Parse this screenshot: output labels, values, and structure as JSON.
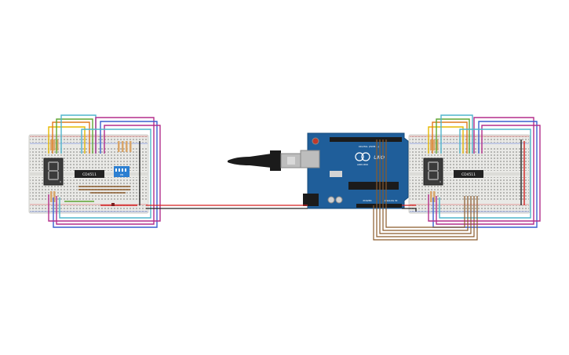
{
  "left_board": {
    "chip_label": "CD4511",
    "dip_label": "ON"
  },
  "right_board": {
    "chip_label": "CD4511"
  },
  "arduino": {
    "brand": "UNO",
    "logo": "ARDUINO",
    "digital_label": "DIGITAL (PWM ~)",
    "analog_label": "ANALOG IN",
    "power_label": "POWER"
  },
  "colors": {
    "breadboard": "#e9e9e6",
    "arduino": "#1f5e9a",
    "wire_red": "#d52222",
    "wire_black": "#222222",
    "wire_brown": "#8a5a2b",
    "wire_magenta": "#b32e8c",
    "wire_blue": "#3a5fcf",
    "wire_cyan": "#4fb5cc",
    "wire_yellow": "#e6b800",
    "wire_orange": "#e07a1e",
    "wire_green": "#5fa632"
  }
}
